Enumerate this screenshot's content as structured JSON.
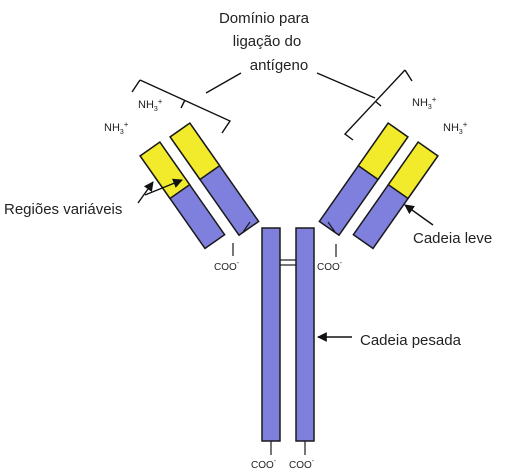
{
  "colors": {
    "constant_region": "#7F7FDD",
    "variable_region": "#F2EB2C",
    "outline": "#1a1a1a",
    "background": "#ffffff"
  },
  "labels": {
    "binding_domain": [
      "Domínio  para",
      "ligação do",
      "antígeno"
    ],
    "variable_regions": "Regiões variáveis",
    "light_chain": "Cadeia leve",
    "heavy_chain": "Cadeia pesada",
    "nh3": "NH",
    "coo": "COO"
  }
}
